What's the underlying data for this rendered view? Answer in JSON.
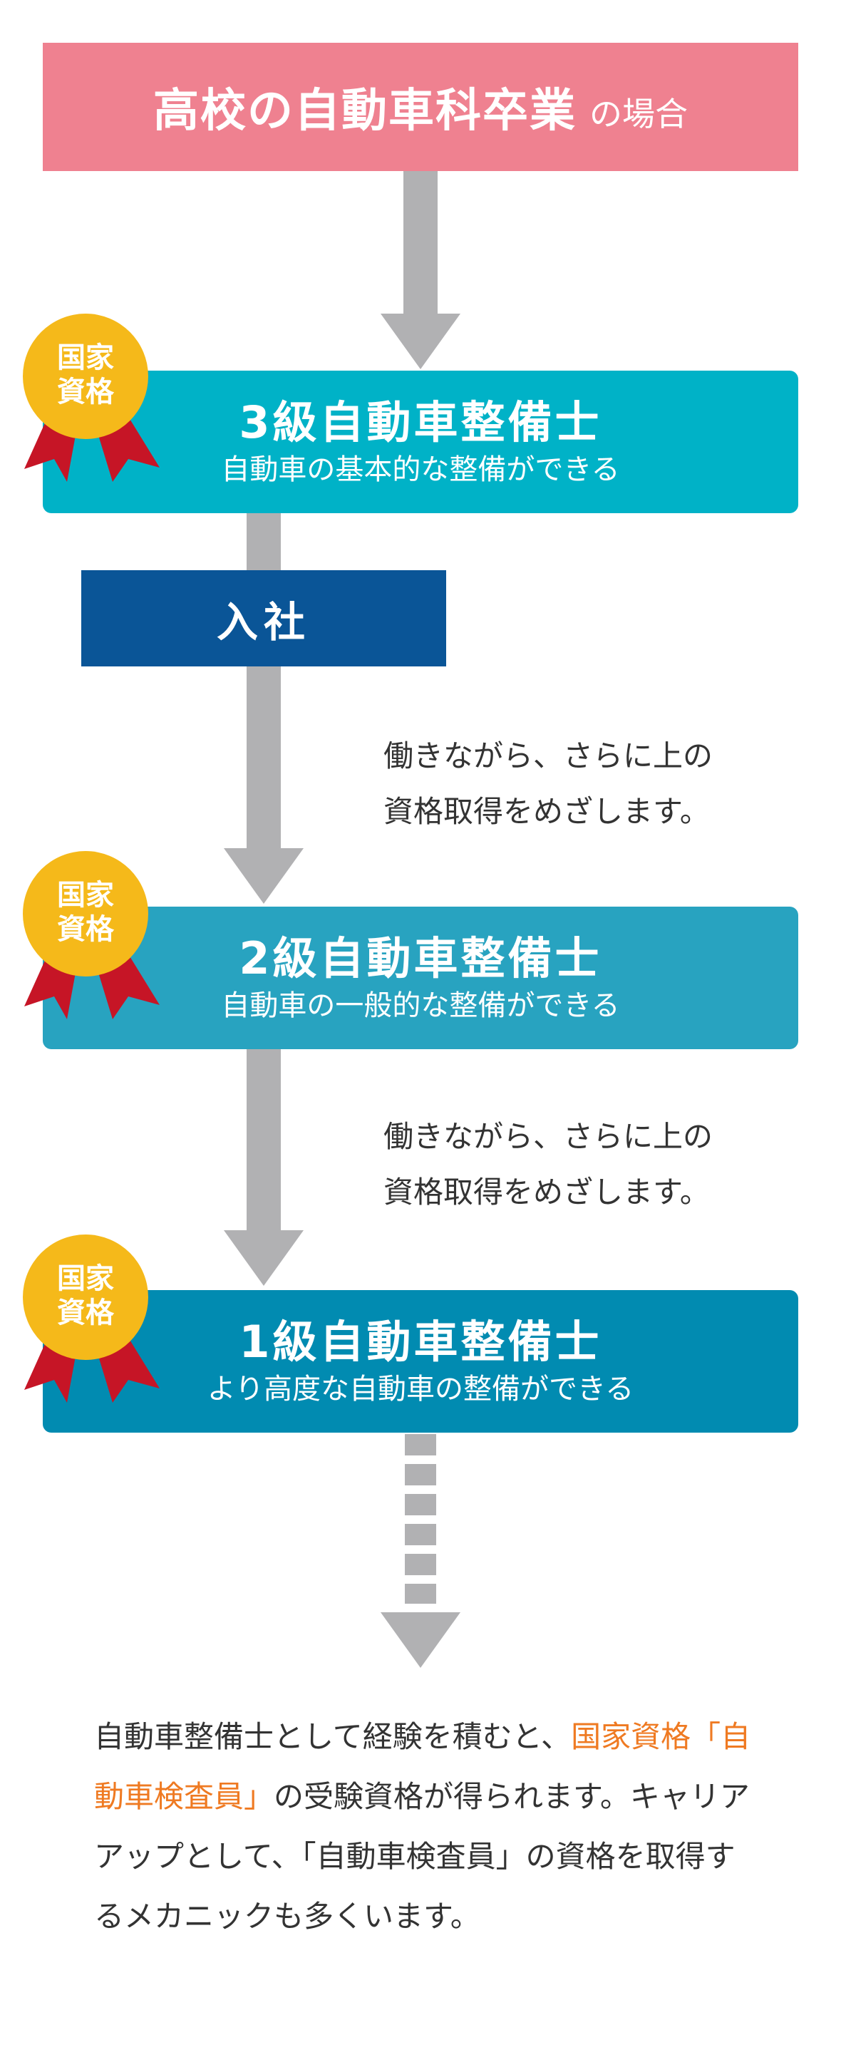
{
  "header": {
    "title": "高校の自動車科卒業",
    "suffix": "の場合"
  },
  "medal_label": "国家\n資格",
  "steps": [
    {
      "title": "3級自動車整備士",
      "description": "自動車の基本的な整備ができる"
    },
    {
      "title": "2級自動車整備士",
      "description": "自動車の一般的な整備ができる"
    },
    {
      "title": "1級自動車整備士",
      "description": "より高度な自動車の整備ができる"
    }
  ],
  "join_label": "入社",
  "note": {
    "line1": "働きながら、さらに上の",
    "line2": "資格取得をめざします。"
  },
  "closing": {
    "before": "自動車整備士として経験を積むと、",
    "highlight": "国家資格「自動車検査員」",
    "after": "の受験資格が得られます。キャリアアップとして、「自動車検査員」の資格を取得するメカニックも多くいます。"
  },
  "colors": {
    "header_bg": "#ef8190",
    "step3_bg": "#00b2c7",
    "step2_bg": "#28a3c0",
    "step1_bg": "#018bb1",
    "join_bg": "#0a5597",
    "arrow": "#b1b1b3",
    "medal_gold": "#f5b91a",
    "ribbon_red": "#c61526",
    "highlight": "#ef7a22"
  }
}
